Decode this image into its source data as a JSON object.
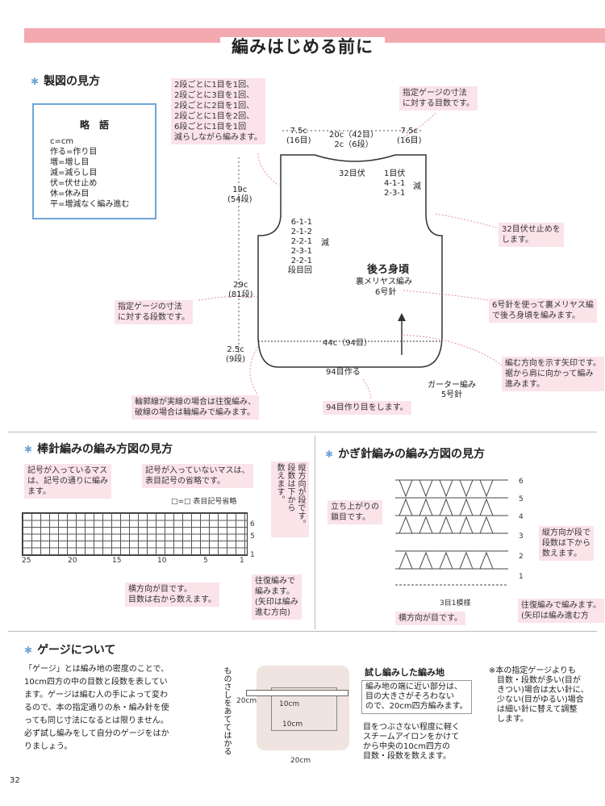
{
  "page_title": "編みはじめる前に",
  "page_number": "32",
  "section1": {
    "title": "製図の見方",
    "abbreviations": {
      "title": "略　語",
      "items": [
        "c=cm",
        "作る=作り目",
        "増=増し目",
        "減=減らし目",
        "伏=伏せ止め",
        "休=休み目",
        "平=増減なく編み進む"
      ]
    },
    "callouts": {
      "decrease_note": "2段ごとに1目を1回、\n2段ごとに3目を1回、\n2段ごとに2目を1回、\n2段ごとに1目を2回、\n6段ごとに1目を1回\n減らしながら編みます。",
      "gauge_stitches": "指定ゲージの寸法\nに対する目数です。",
      "bind_off": "32目伏せ止めを\nします。",
      "needle_note": "6号針を使って裏メリヤス編\nで後ろ身頃を編みます。",
      "gauge_rows": "指定ゲージの寸法\nに対する段数です。",
      "direction_note": "編む方向を示す矢印です。\n裾から肩に向かって編み\n進みます。",
      "line_note": "輪郭線が実線の場合は往復編み、\n破線の場合は輪編みで編みます。",
      "cast_on": "94目作り目をします。"
    },
    "labels": {
      "top_left_width": "7.5c\n(16目)",
      "top_mid_width": "20c（42目）\n2c（6段）",
      "top_right_width": "7.5c\n(16目)",
      "neck_bind": "32目伏",
      "neck_dec": "1目伏\n4-1-1\n2-3-1",
      "neck_dec_mark": "減",
      "armhole_height": "19c\n(54段)",
      "armhole_dec": "6-1-1\n2-1-2\n2-2-1\n2-3-1\n2-2-1\n段目回",
      "armhole_dec_mark": "減",
      "piece_name": "後ろ身頃",
      "stitch_name": "裏メリヤス編み",
      "needle_size": "6号針",
      "body_height": "29c\n(81段)",
      "hem_width": "44c（94目）",
      "hem_height": "2.5c\n(9段)",
      "cast_on_count": "94目作る",
      "garter": "ガーター編み\n5号針"
    }
  },
  "section2": {
    "title": "棒針編みの編み方図の見方",
    "callouts": {
      "symbol_rule": "記号が入っているマス\nは、記号の通りに編み\nます。",
      "blank_rule": "記号が入っていないマスは、\n表目記号の省略です。",
      "rows_count": "縦方向が段です。\n段数は下から\n数えます。",
      "stitch_count": "横方向が目です。\n目数は右から数えます。",
      "flat_knit": "往復編みで\n編みます。\n(矢印は編み\n進む方向)"
    },
    "legend": "表目記号省略",
    "axis": [
      "25",
      "20",
      "15",
      "10",
      "5",
      "1"
    ],
    "row_labels": [
      "6",
      "5",
      "1"
    ]
  },
  "section3": {
    "title": "かぎ針編みの編み方図の見方",
    "callouts": {
      "turning_chain": "立ち上がりの\n鎖目です。",
      "rows_count": "縦方向が段で\n段数は下から\n数えます。",
      "flat_knit": "往復編みで編みます。\n(矢印は編み進む方",
      "stitch_axis": "横方向が目です。"
    },
    "row_labels": [
      "6",
      "5",
      "4",
      "3",
      "2",
      "1"
    ],
    "repeat_label": "3目1模様"
  },
  "section4": {
    "title": "ゲージについて",
    "body": "「ゲージ」とは編み地の密度のことで、\n10cm四方の中の目数と段数を表してい\nます。ゲージは編む人の手によって変わ\nるので、本の指定通りの糸・編み針を使\nっても同じ寸法になるとは限りません。\n必ず試し編みをして自分のゲージをはか\nりましょう。",
    "ruler_label": "ものさしをあててはかる",
    "swatch_title": "試し編みした編み地",
    "swatch_note1": "編み地の端に近い部分は、\n目の大きさがそろわない\nので、20cm四方編みます。",
    "swatch_note2": "目をつぶさない程度に軽く\nスチームアイロンをかけて\nから中央の10cm四方の\n目数・段数を数えます。",
    "dim_inner_h": "10cm",
    "dim_inner_w": "10cm",
    "dim_outer_h": "20cm",
    "dim_outer_w": "20cm",
    "side_note": "※本の指定ゲージよりも\n　目数・段数が多い(目が\n　きつい)場合は太い針に、\n　少ない(目がゆるい)場合\n　は細い針に替えて調整\n　します。"
  }
}
